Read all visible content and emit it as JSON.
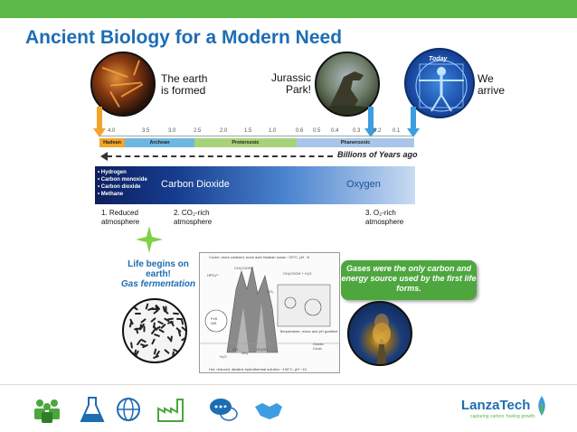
{
  "slide": {
    "title": "Ancient Biology for a Modern Need"
  },
  "milestones": {
    "earth_label": "The earth\nis formed",
    "jurassic_label": "Jurassic\nPark!",
    "arrive_label": "We\narrive",
    "today_badge": "Today"
  },
  "timeline": {
    "ticks": [
      "4.0",
      "3.5",
      "3.0",
      "2.5",
      "2.0",
      "1.5",
      "1.0",
      "0.6",
      "0.5",
      "0.4",
      "0.3",
      "0.2",
      "0.1"
    ],
    "eons": [
      "Hadean",
      "Archean",
      "Proterozoic",
      "Phanerozoic"
    ],
    "axis_label": "Billions of Years ago"
  },
  "atmosphere": {
    "gases": [
      "Hydrogen",
      "Carbon monoxide",
      "Carbon dioxide",
      "Methane"
    ],
    "co2_label": "Carbon Dioxide",
    "o2_label": "Oxygen",
    "step1": "1. Reduced\natmosphere",
    "step2": "2. CO₂-rich\natmosphere",
    "step3": "3. O₂-rich\natmosphere"
  },
  "life": {
    "line1": "Life begins on",
    "line2": "earth!",
    "line3": "Gas fermentation"
  },
  "vent": {
    "top_caption": "Cooler, more oxidized, more acid Hadean ocean ~20°C, pH ~6",
    "bottom_caption": "Hot, reduced, alkaline hydrothermal solution ~100°C, pH ~10",
    "gradient_caption": "Temperature, redox and pH gradient",
    "ocean_crust": "Ocean\nCrust",
    "ch3cooh": "CH₃COOH",
    "ch3cooh_h2o": "CH₃COOH + H₂O",
    "hpo4": "HPO₄²⁻",
    "co2": "CO₂",
    "fes": "FeS\nNiS",
    "h2o": "H₂O",
    "ch3sh": "CH₃SH",
    "nh3": "NH₃",
    "cn": "CN⁻"
  },
  "callout": {
    "text": "Gases were the only carbon and energy source used by the first life forms."
  },
  "footer": {
    "logo": "LanzaTech",
    "tagline": "capturing carbon. fueling growth.",
    "icons": [
      "people-icon",
      "flask-icon",
      "globe-icon",
      "factory-icon",
      "chat-icon",
      "handshake-icon"
    ]
  },
  "colors": {
    "green": "#5cb847",
    "blue": "#1d6db3",
    "orange_arrow": "#f2a52b",
    "blue_arrow": "#3e9de0"
  }
}
